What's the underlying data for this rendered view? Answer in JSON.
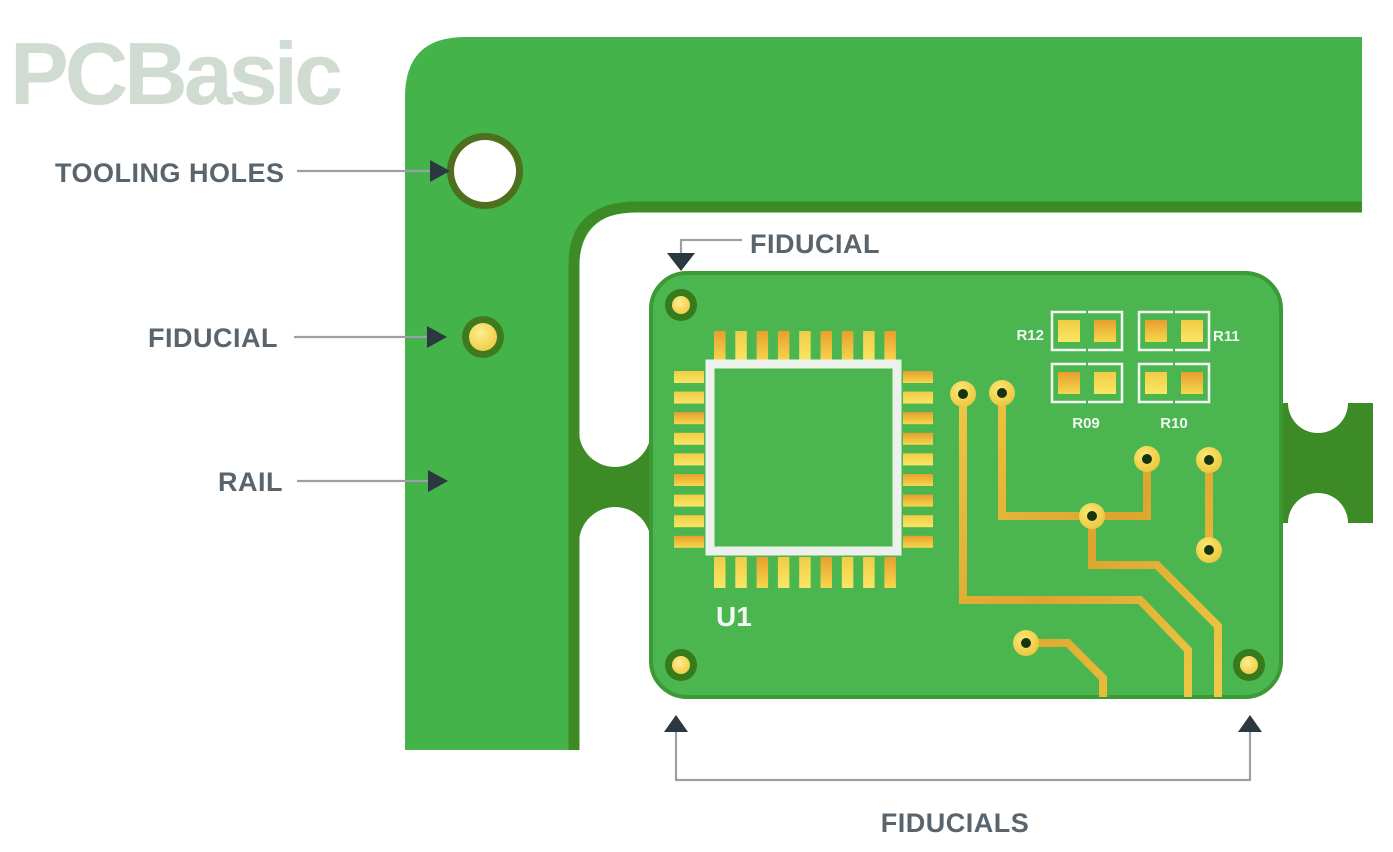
{
  "logo": {
    "text": "PCBasic"
  },
  "callouts": {
    "tooling_holes": "TOOLING HOLES",
    "fiducial_rail": "FIDUCIAL",
    "rail": "RAIL",
    "fiducial_top": "FIDUCIAL",
    "fiducials_bottom": "FIDUCIALS"
  },
  "board": {
    "chip_ref": "U1",
    "resistors": {
      "r12": "R12",
      "r11": "R11",
      "r09": "R09",
      "r10": "R10"
    }
  },
  "colors": {
    "rail_green": "#43B34A",
    "pcb_green": "#4BB64F",
    "edge_dark_green": "#3C8B26",
    "pcb_border_green": "#3B9A33",
    "gold_trace": "#E2B23A",
    "label_gray": "#59646D",
    "logo_gray_green": "#D0DCD2"
  }
}
